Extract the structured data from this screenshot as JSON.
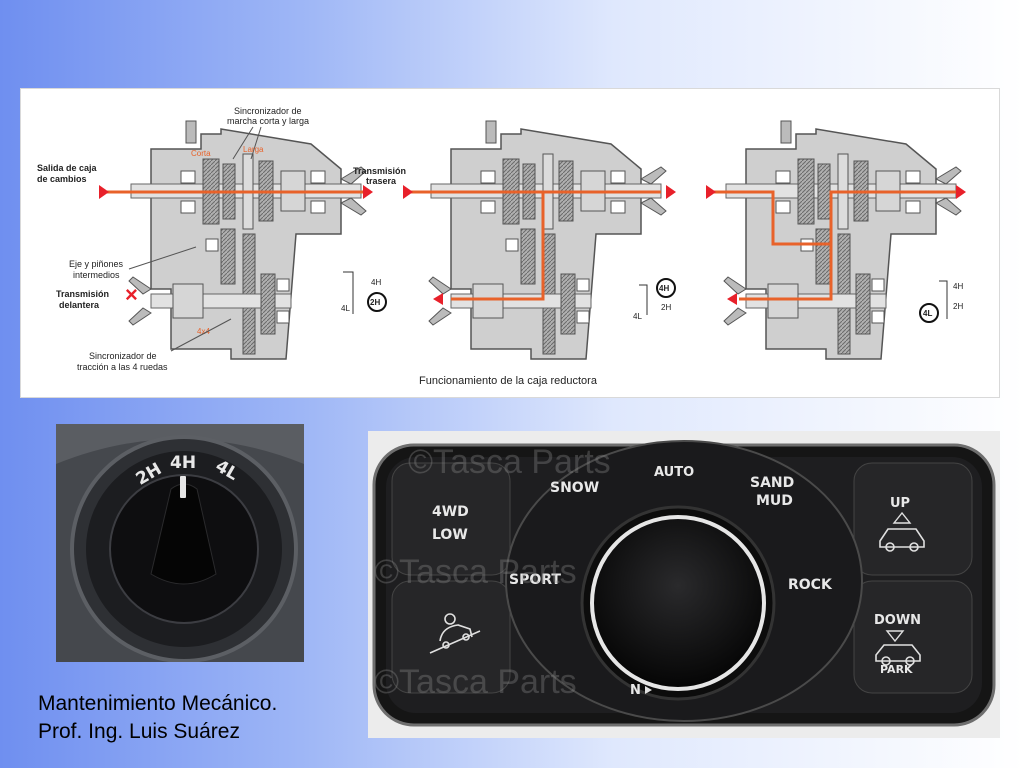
{
  "diagram": {
    "labels": {
      "sync_high_low": [
        "Sincronizador de",
        "marcha corta y larga"
      ],
      "corta": "Corta",
      "larga": "Larga",
      "gearbox_output": [
        "Salida de caja",
        "de cambios"
      ],
      "rear_transmission": [
        "Transmisión",
        "trasera"
      ],
      "countershaft": [
        "Eje y piñones",
        "intermedios"
      ],
      "front_transmission": [
        "Transmisión",
        "delantera"
      ],
      "four_x_four": "4x4",
      "sync_4wd": [
        "Sincronizador de",
        "tracción a las 4 ruedas"
      ],
      "caption": "Funcionamiento de la caja reductora"
    },
    "modes": [
      {
        "name": "2H",
        "top": "4H",
        "circled": "2H",
        "bottom": "4L"
      },
      {
        "name": "4H",
        "top": "4H",
        "circled": "4H",
        "middle": "2H",
        "bottom": "4L"
      },
      {
        "name": "4L",
        "top": "4H",
        "middle": "2H",
        "circled": "4L"
      }
    ],
    "colors": {
      "flow": "#e8622a",
      "arrow": "#e8202a",
      "housing": "#c9c9c9"
    }
  },
  "knob": {
    "positions": [
      "2H",
      "4H",
      "4L"
    ],
    "selected": "4H"
  },
  "terrain": {
    "buttons": {
      "four_wd_low": [
        "4WD",
        "LOW"
      ],
      "up": "UP",
      "down": "DOWN",
      "park": "PARK"
    },
    "modes": {
      "snow": "SNOW",
      "auto": "AUTO",
      "sand_mud": [
        "SAND",
        "MUD"
      ],
      "sport": "SPORT",
      "rock": "ROCK",
      "n": "N"
    },
    "watermark": "©Tasca Parts"
  },
  "footer": {
    "line1": "Mantenimiento Mecánico.",
    "line2": "Prof. Ing. Luis Suárez"
  }
}
